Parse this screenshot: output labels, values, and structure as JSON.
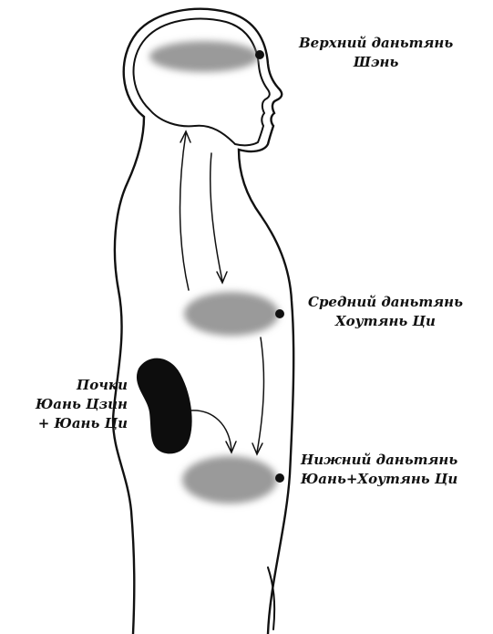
{
  "labels": {
    "upper": {
      "line1": "Верхний даньтянь",
      "line2": "Шэнь"
    },
    "middle": {
      "line1": "Средний даньтянь",
      "line2": "Хоутянь Ци"
    },
    "lower": {
      "line1": "Нижний даньтянь",
      "line2": "Юань+Хоутянь Ци"
    },
    "kidneys": {
      "line1": "Почки",
      "line2": "Юань Цзин",
      "line3": "+ Юань Ци"
    }
  },
  "colors": {
    "outline": "#111111",
    "dantian": "#9a9a9a",
    "kidney": "#0d0d0d",
    "background": "#ffffff"
  }
}
